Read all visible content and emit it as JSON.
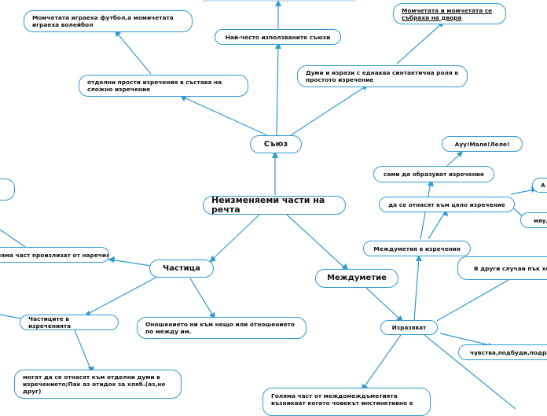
{
  "nodes": {
    "center": "Неизменяеми части на речта",
    "soyuz": "Съюз",
    "chastica": "Частица",
    "mezhdumetie": "Междуметие",
    "soyuz_examples": "Момчетата играеха футбол,а момичетата играеха волейбол",
    "soyuz_simple": "отделни прости изречения в състава на сложно изречение",
    "soyuz_most_used": "Най-често използваните съюзи",
    "soyuz_same_role": "Думи и изрази с еднаква синтактична роля в простото изречение",
    "soyuz_example2": "Момчетата и момчетата се събраха на двора",
    "chastica_adverbs": "Голяма част произлизат от наречия",
    "chastica_sentences": "Частиците в изреченията",
    "chastica_relation": "Оношението ни към нещо или отношението по между им.",
    "chastica_words": "могат да се отнасят към отделни думи в изречението;Пак аз отидох за хляб.(аз,не друг)",
    "mezh_ayyy": "Ауу!Мале!Леле!",
    "mezh_form": "сами да образуват изречение",
    "mezh_whole": "да се отнасят към цяло изречение",
    "mezh_in_sentences": "Междуметия в изречения",
    "mezh_other": "В други случаи пък хор различни звуци от свет",
    "mezh_express": "Изразяват",
    "mezh_feelings": "чувства,подбуди,подрах",
    "mezh_origin": "Голяма част от междомеждъметията възникват когато човекът инстинктивно е",
    "mezh_mya": "мяу,",
    "mezh_a": "А"
  }
}
